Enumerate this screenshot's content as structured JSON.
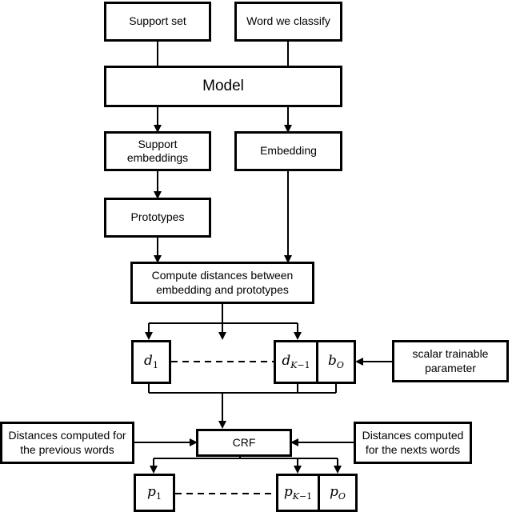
{
  "boxes": {
    "support_set": "Support set",
    "word": "Word we classify",
    "model": "Model",
    "support_emb_1": "Support",
    "support_emb_2": "embeddings",
    "embedding": "Embedding",
    "prototypes": "Prototypes",
    "compute_1": "Compute distances between",
    "compute_2": "embedding and prototypes",
    "scalar_1": "scalar trainable",
    "scalar_2": "parameter",
    "prev_1": "Distances computed for",
    "prev_2": "the previous words",
    "crf": "CRF",
    "next_1": "Distances computed",
    "next_2": "for the nexts words"
  },
  "math": {
    "d_base": "d",
    "d1_sub": "1",
    "dk_sub_K": "K",
    "dk_sub_rest": "−1",
    "b_base": "b",
    "b_sub": "O",
    "p_base": "p",
    "p1_sub": "1",
    "pk_sub_K": "K",
    "pk_sub_rest": "−1",
    "po_sub": "O"
  },
  "colors": {
    "stroke": "#000000",
    "background": "#ffffff"
  }
}
